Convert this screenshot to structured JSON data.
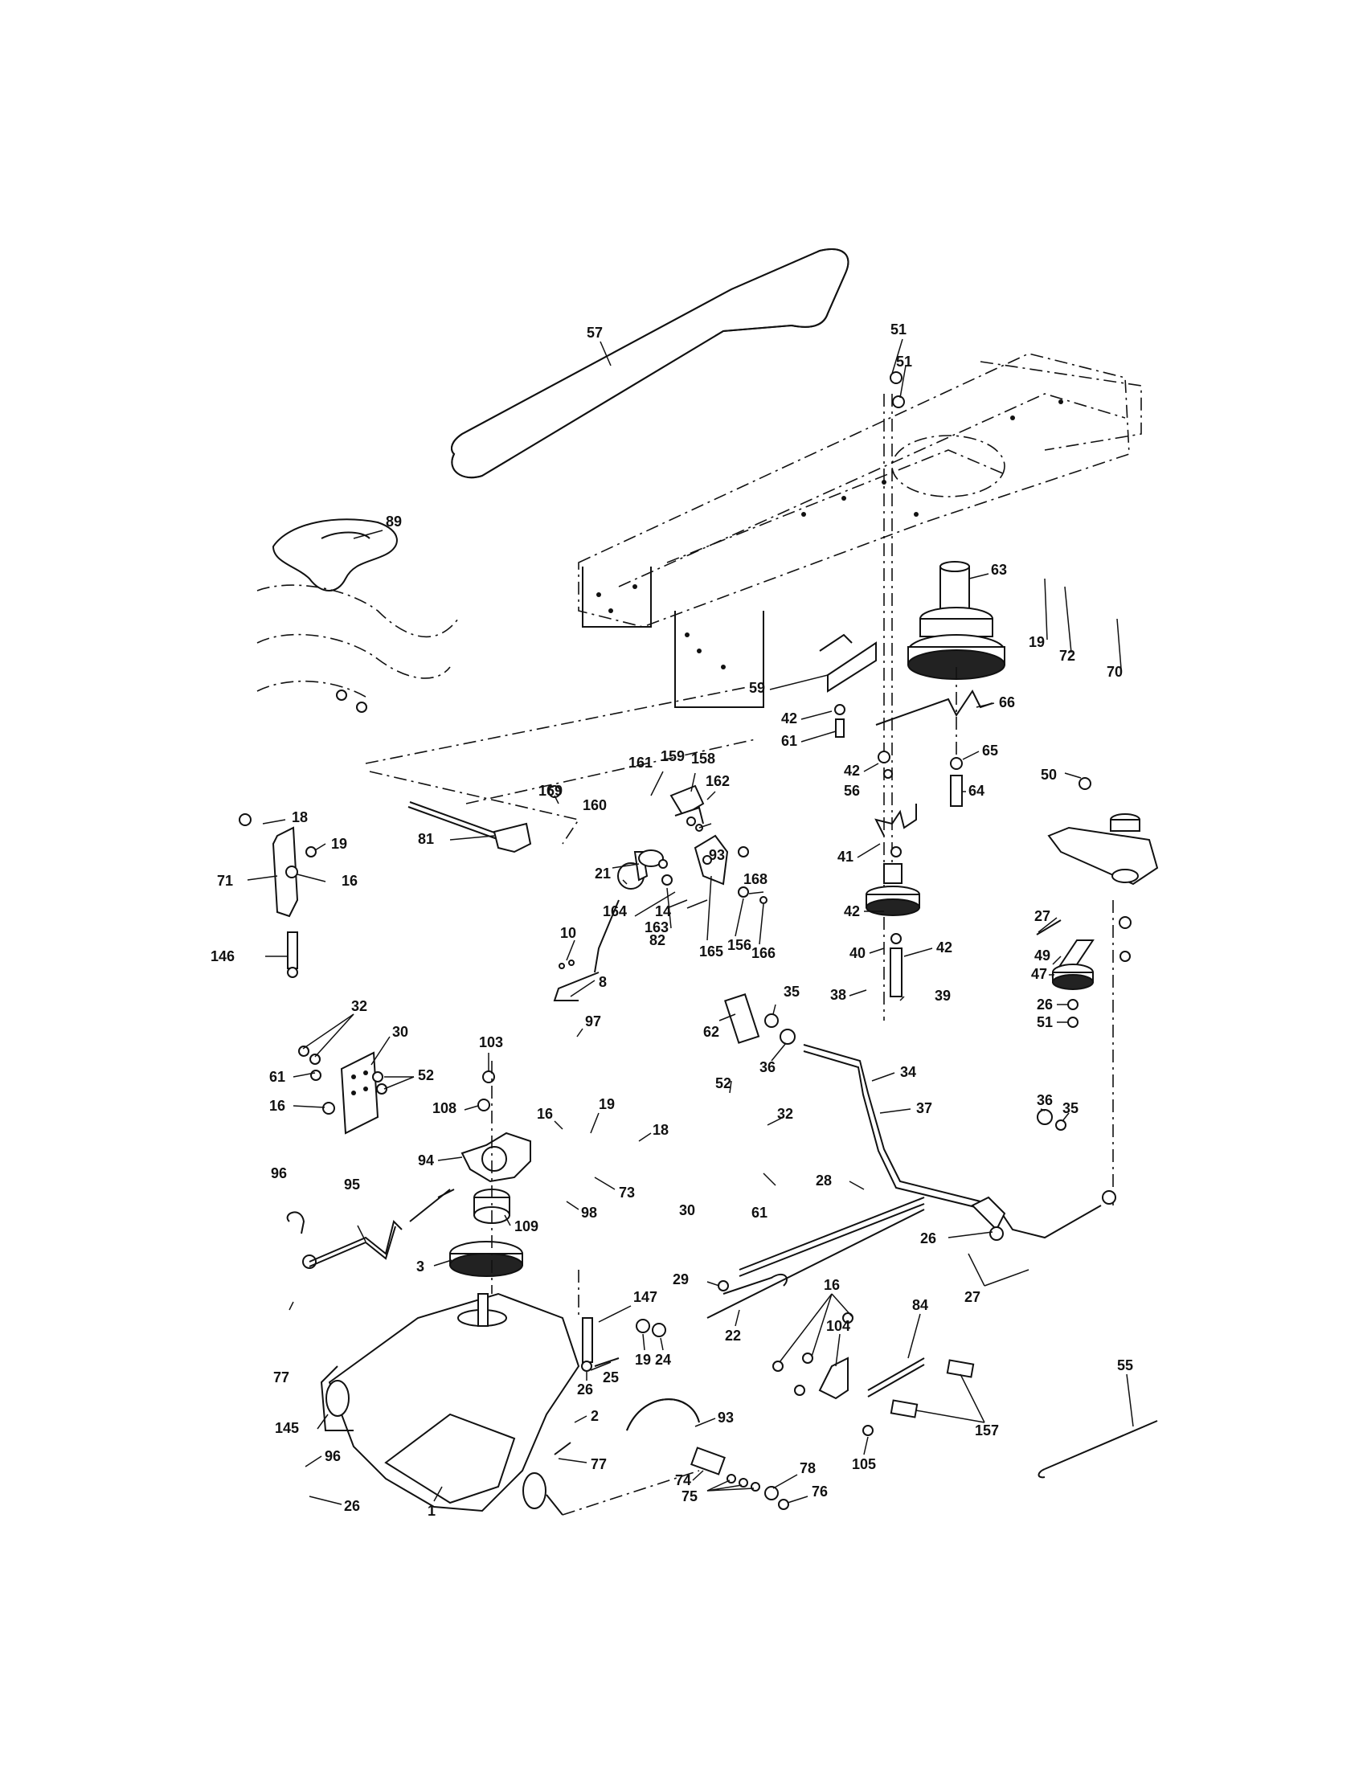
{
  "diagram": {
    "colors": {
      "ink": "#111111",
      "paper": "#ffffff"
    },
    "labels": [
      "57",
      "51",
      "51",
      "89",
      "63",
      "19",
      "72",
      "70",
      "59",
      "42",
      "61",
      "66",
      "65",
      "64",
      "42",
      "56",
      "41",
      "42",
      "40",
      "38",
      "42",
      "39",
      "18",
      "19",
      "71",
      "16",
      "146",
      "81",
      "169",
      "161",
      "159",
      "158",
      "162",
      "160",
      "164",
      "14",
      "93",
      "163",
      "168",
      "21",
      "82",
      "165",
      "156",
      "166",
      "10",
      "8",
      "50",
      "27",
      "49",
      "47",
      "26",
      "51",
      "32",
      "30",
      "52",
      "61",
      "16",
      "103",
      "97",
      "108",
      "16",
      "19",
      "18",
      "94",
      "73",
      "98",
      "109",
      "96",
      "95",
      "3",
      "62",
      "35",
      "36",
      "34",
      "37",
      "52",
      "32",
      "30",
      "61",
      "28",
      "36",
      "35",
      "26",
      "27",
      "29",
      "22",
      "147",
      "25",
      "19",
      "24",
      "26",
      "77",
      "145",
      "96",
      "26",
      "1",
      "2",
      "93",
      "77",
      "16",
      "104",
      "84",
      "157",
      "105",
      "74",
      "75",
      "78",
      "76",
      "55"
    ]
  }
}
